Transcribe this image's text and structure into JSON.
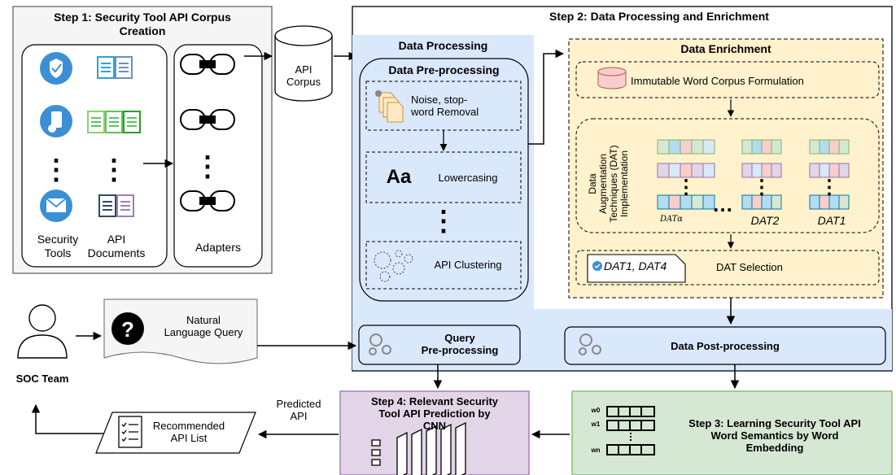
{
  "step1": {
    "title": "Step 1: Security Tool API Corpus\nCreation",
    "security_tools_label": "Security\nTools",
    "api_documents_label": "API\nDocuments",
    "adapters_label": "Adapters"
  },
  "api_corpus_label": "API\nCorpus",
  "step2": {
    "title": "Step 2: Data Processing and Enrichment",
    "data_processing": {
      "title": "Data Processing",
      "preprocessing_title": "Data Pre-processing",
      "noise_removal": "Noise, stop-\nword Removal",
      "lowercasing_glyph": "Aa",
      "lowercasing": "Lowercasing",
      "api_clustering": "API Clustering"
    },
    "data_enrichment": {
      "title": "Data Enrichment",
      "immutable_corpus": "Immutable Word Corpus Formulation",
      "dat_vertical_label": "Data\nAugmentation\nTechniques (DAT)\nImplementation",
      "dat_alpha": "DATα",
      "dat_2": "DAT2",
      "dat_1": "DAT1",
      "dat_selected": "DAT1, DAT4",
      "dat_selection": "DAT Selection"
    },
    "query_preprocessing": "Query\nPre-processing",
    "data_postprocessing": "Data Post-processing"
  },
  "natural_language_query": "Natural\nLanguage Query",
  "soc_team": "SOC Team",
  "step3": "Step 3: Learning Security Tool API\nWord Semantics by Word\nEmbedding",
  "step3_word_labels": [
    "w0",
    "w1",
    "wn"
  ],
  "step4": "Step 4: Relevant Security\nTool API Prediction by\nCNN",
  "predicted_api": "Predicted\nAPI",
  "recommended_list": "Recommended\nAPI List",
  "colors": {
    "step1_fill": "#f5f5f5",
    "processing_fill": "#dae8fc",
    "enrichment_fill": "#fff2cc",
    "step3_fill": "#d5e8d4",
    "step4_fill": "#e1d5e7",
    "icon_blue": "#3b8fd4",
    "db_red": "#f8cecc"
  }
}
